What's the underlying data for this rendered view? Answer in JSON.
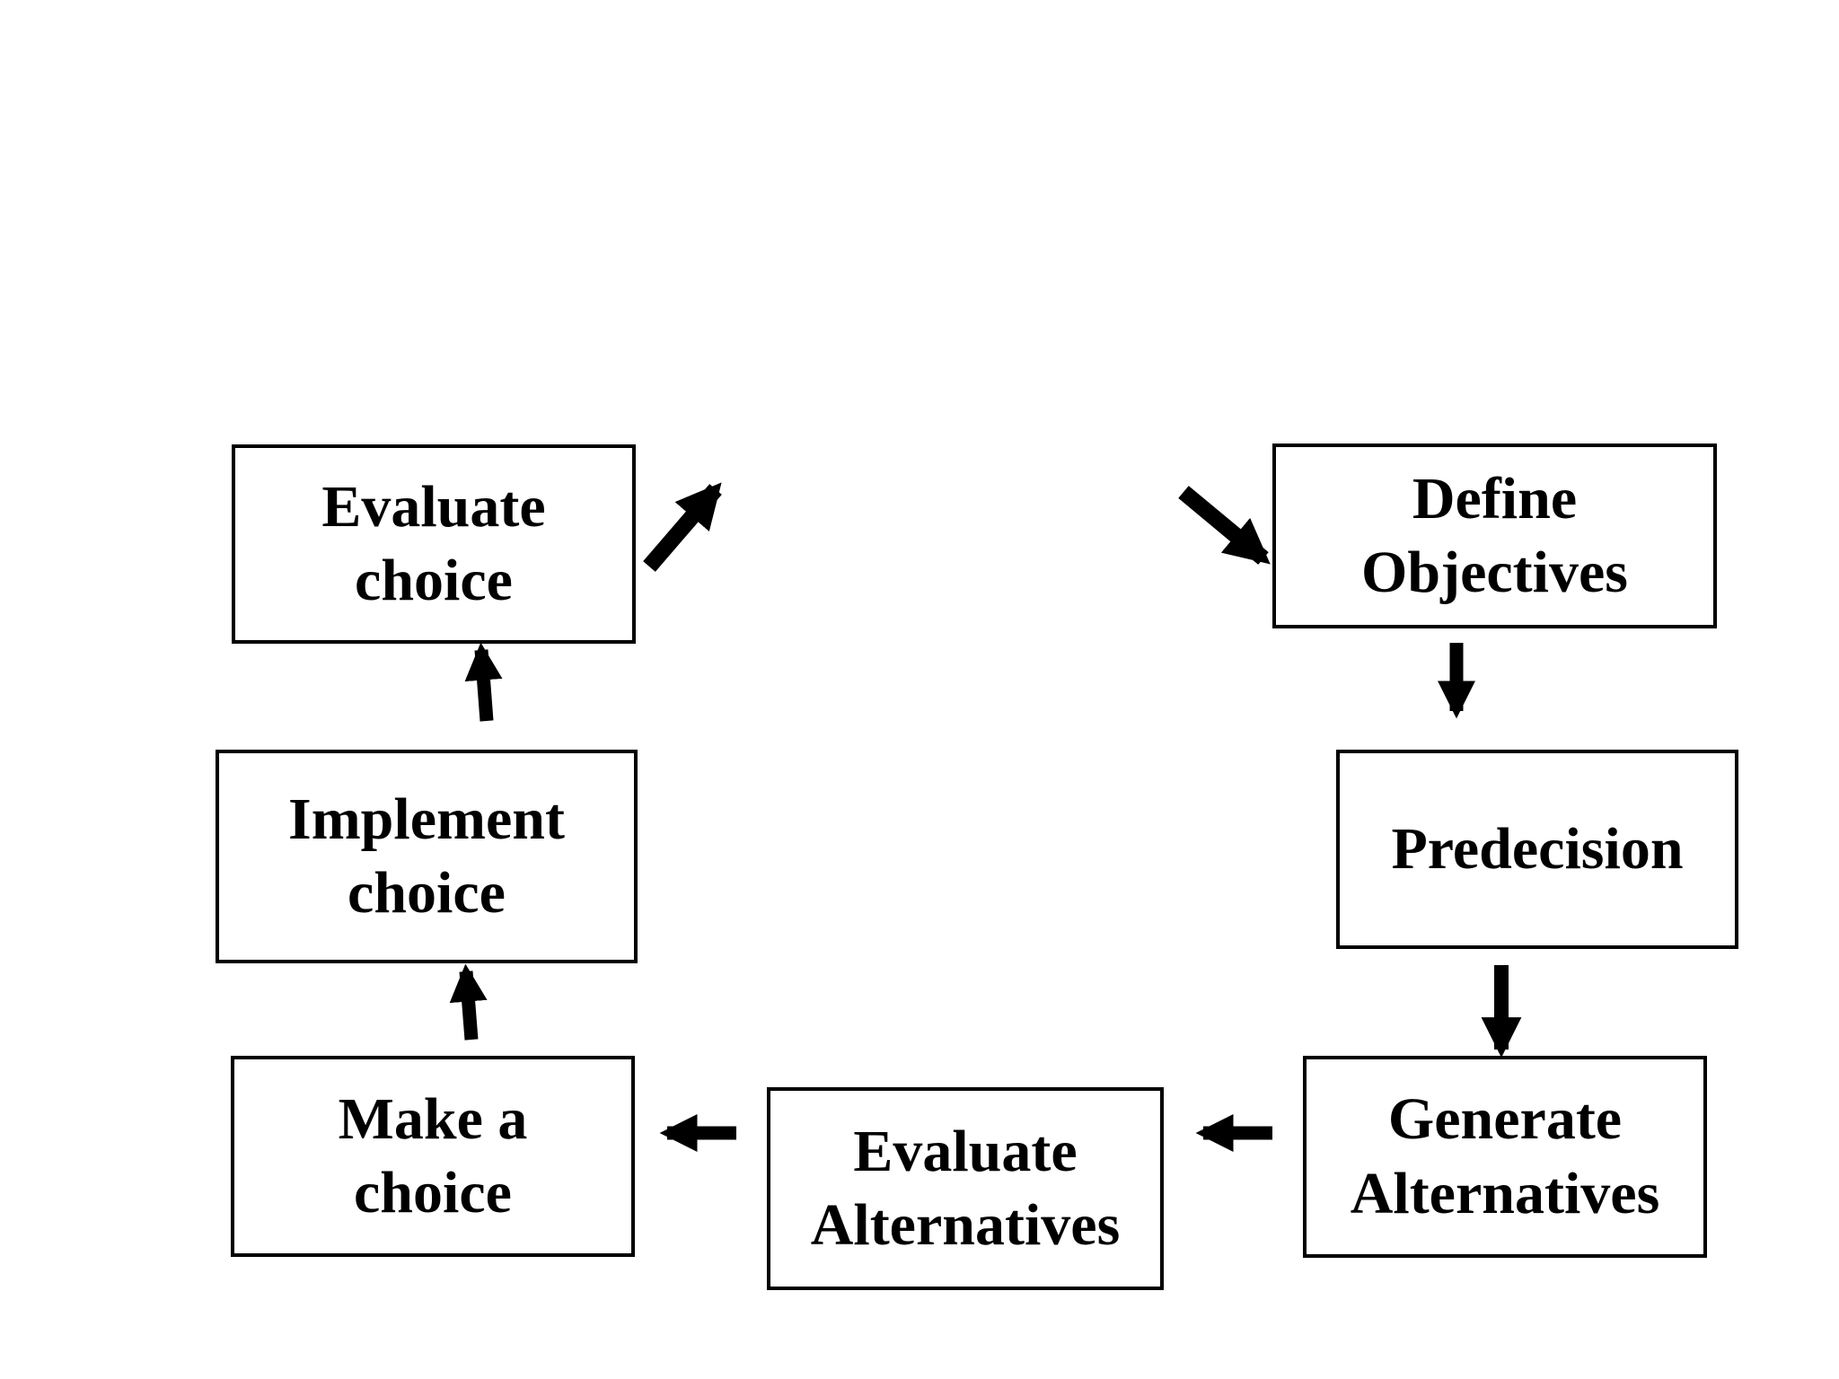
{
  "diagram": {
    "background_color": "#ffffff",
    "box_border_color": "#000000",
    "arrow_color": "#000000",
    "text_color": "#000000",
    "nodes": [
      {
        "id": "define-objectives",
        "label": "Define\nObjectives"
      },
      {
        "id": "predecision",
        "label": "Predecision"
      },
      {
        "id": "generate-alternatives",
        "label": "Generate\nAlternatives"
      },
      {
        "id": "evaluate-alternatives",
        "label": "Evaluate\nAlternatives"
      },
      {
        "id": "make-a-choice",
        "label": "Make a\nchoice"
      },
      {
        "id": "implement-choice",
        "label": "Implement\nchoice"
      },
      {
        "id": "evaluate-choice",
        "label": "Evaluate\nchoice"
      }
    ],
    "edges": [
      {
        "from": "evaluate-choice",
        "to": "define-objectives",
        "style": "two diagonal arrow segments across top gap"
      },
      {
        "from": "define-objectives",
        "to": "predecision"
      },
      {
        "from": "predecision",
        "to": "generate-alternatives"
      },
      {
        "from": "generate-alternatives",
        "to": "evaluate-alternatives"
      },
      {
        "from": "evaluate-alternatives",
        "to": "make-a-choice"
      },
      {
        "from": "make-a-choice",
        "to": "implement-choice"
      },
      {
        "from": "implement-choice",
        "to": "evaluate-choice"
      }
    ]
  }
}
